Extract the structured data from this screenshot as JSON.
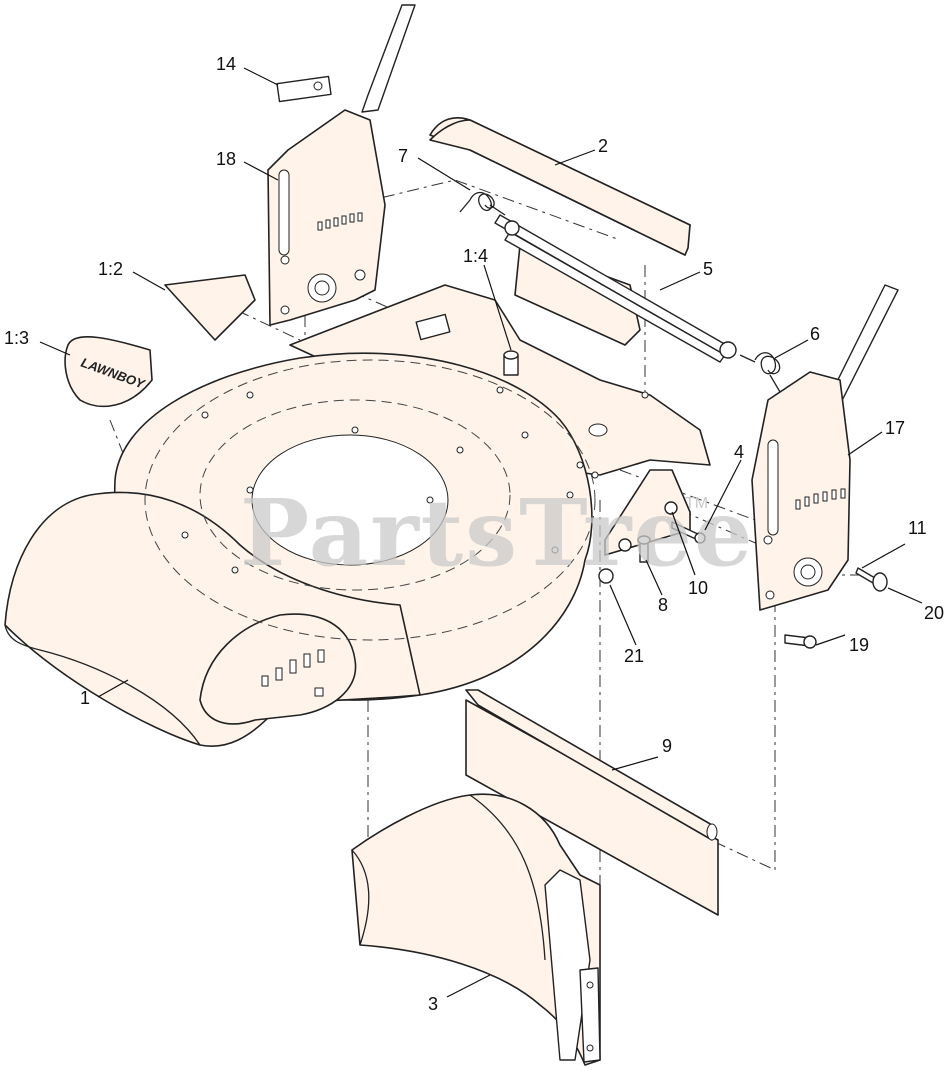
{
  "diagram": {
    "callouts": [
      {
        "id": "c14",
        "label": "14"
      },
      {
        "id": "c18",
        "label": "18"
      },
      {
        "id": "c7",
        "label": "7"
      },
      {
        "id": "c2",
        "label": "2"
      },
      {
        "id": "c1-4",
        "label": "1:4"
      },
      {
        "id": "c1-2",
        "label": "1:2"
      },
      {
        "id": "c5",
        "label": "5"
      },
      {
        "id": "c1-3",
        "label": "1:3"
      },
      {
        "id": "c6",
        "label": "6"
      },
      {
        "id": "c17",
        "label": "17"
      },
      {
        "id": "c4",
        "label": "4"
      },
      {
        "id": "c11",
        "label": "11"
      },
      {
        "id": "c10",
        "label": "10"
      },
      {
        "id": "c8",
        "label": "8"
      },
      {
        "id": "c20",
        "label": "20"
      },
      {
        "id": "c21",
        "label": "21"
      },
      {
        "id": "c19",
        "label": "19"
      },
      {
        "id": "c1",
        "label": "1"
      },
      {
        "id": "c9",
        "label": "9"
      },
      {
        "id": "c3",
        "label": "3"
      }
    ],
    "decal_text": "LAWNBOY"
  },
  "watermark": {
    "text": "PartsTree",
    "trademark": "TM"
  }
}
